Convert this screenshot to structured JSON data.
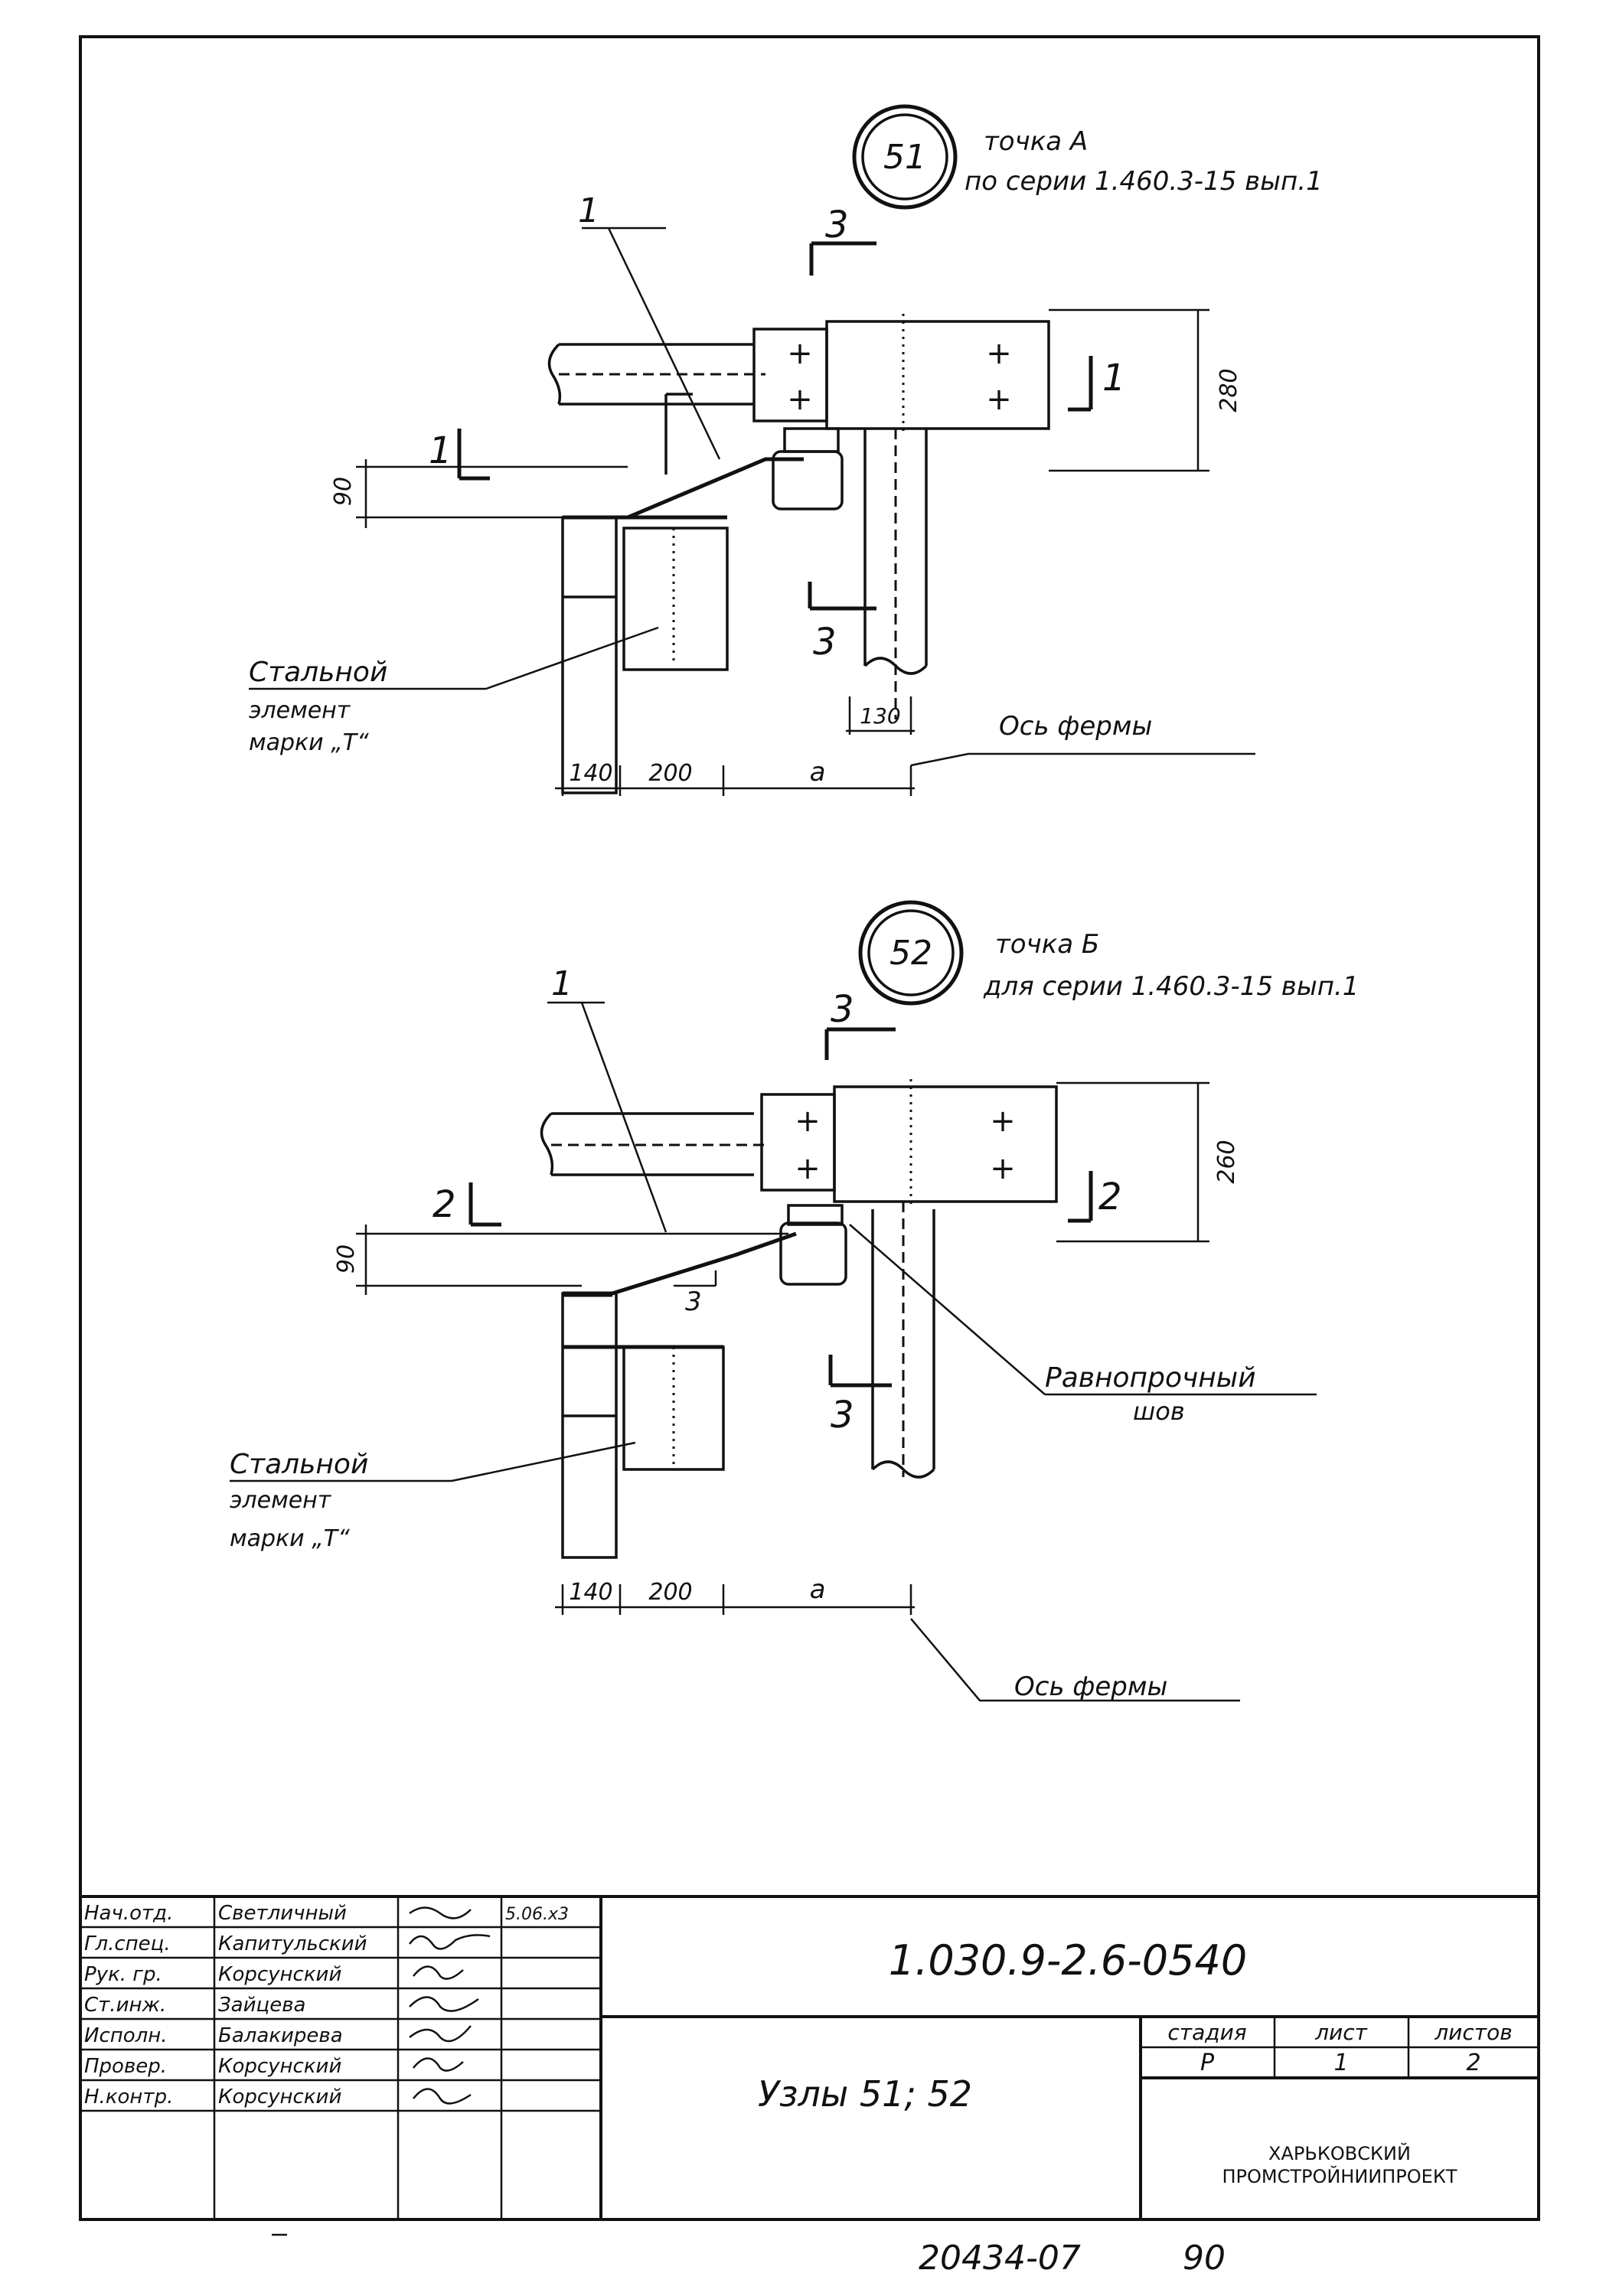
{
  "node51": {
    "number": "51",
    "title_line1": "точка А",
    "title_line2": "по серии 1.460.3-15 вып.1",
    "pos_label": "1",
    "section_marks": [
      "3",
      "1",
      "1",
      "3"
    ],
    "dim_height": "280",
    "dim_offset": "90",
    "dim_small": "130",
    "dim_bottom": [
      "140",
      "200",
      "a"
    ],
    "callout_steel": [
      "Стальной",
      "элемент",
      "марки „Т“"
    ],
    "callout_axis": "Ось фермы"
  },
  "node52": {
    "number": "52",
    "title_line1": "точка Б",
    "title_line2": "для серии 1.460.3-15 вып.1",
    "pos_label": "1",
    "section_marks": [
      "3",
      "2",
      "2",
      "3",
      "3"
    ],
    "dim_height": "260",
    "dim_offset": "90",
    "dim_bottom": [
      "140",
      "200",
      "a"
    ],
    "callout_weld": [
      "Равнопрочный",
      "шов"
    ],
    "callout_steel": [
      "Стальной",
      "элемент",
      "марки „Т“"
    ],
    "callout_axis": "Ось фермы"
  },
  "title_block": {
    "roles": [
      "Нач.отд.",
      "Гл.спец.",
      "Рук. гр.",
      "Ст.инж.",
      "Исполн.",
      "Провер.",
      "Н.контр."
    ],
    "names": [
      "Светличный",
      "Капитульский",
      "Корсунский",
      "Зайцева",
      "Балакирева",
      "Корсунский",
      "Корсунский"
    ],
    "date": "5.06.х3",
    "doc_code": "1.030.9-2.6-0540",
    "sheet_title": "Узлы 51; 52",
    "col_stage": "стадия",
    "col_sheet": "лист",
    "col_sheets": "листов",
    "stage": "Р",
    "sheet": "1",
    "sheets": "2",
    "org_line1": "ХАРЬКОВСКИЙ",
    "org_line2": "ПРОМСТРОЙНИИПРОЕКТ"
  },
  "footer": {
    "inventory_no": "20434-07",
    "page_no": "90"
  }
}
